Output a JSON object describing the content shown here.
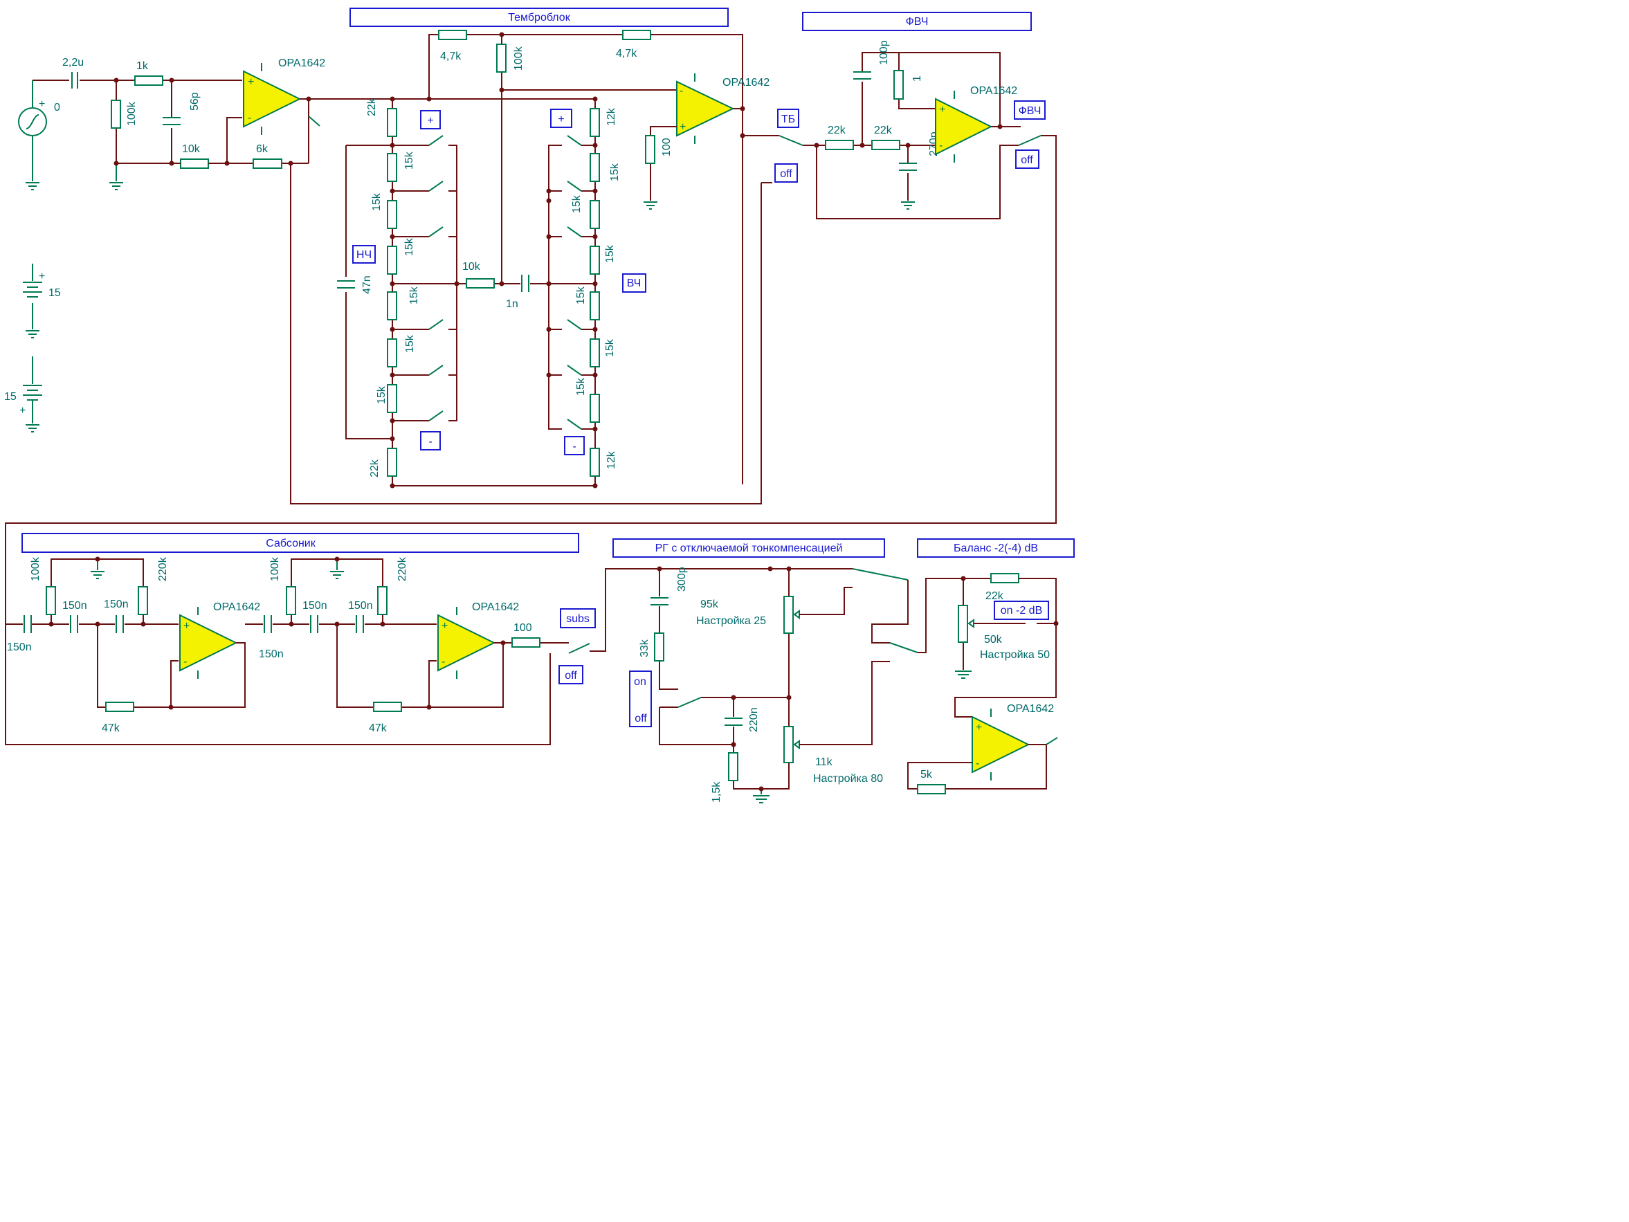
{
  "titles": {
    "tone": "Темброблок",
    "hpf": "ФВЧ",
    "subsonic": "Сабсоник",
    "rg": "РГ с отключаемой тонкомпенсацией",
    "balance": "Баланс -2(-4) dB"
  },
  "switch_labels": {
    "tb": "ТБ",
    "tb_off": "off",
    "hpf": "ФВЧ",
    "hpf_off": "off",
    "nch": "НЧ",
    "vch": "ВЧ",
    "bass_plus": "+",
    "bass_minus": "-",
    "treble_plus": "+",
    "treble_minus": "-",
    "subs": "subs",
    "subs_off": "off",
    "loud_on": "on",
    "loud_off": "off",
    "bal_on": "on -2 dB"
  },
  "labels": {
    "source_value": "0",
    "source_plus": "+",
    "cin": "2,2u",
    "r_in": "1k",
    "r_bias": "100k",
    "c_56p": "56p",
    "r_10k": "10k",
    "r_6k": "6k",
    "op1": "OPA1642",
    "r_47k_a": "4,7k",
    "r_47k_b": "4,7k",
    "r_100k_mid": "100k",
    "op2": "OPA1642",
    "r_100": "100",
    "bass_22k_top": "22k",
    "bass_22k_bot": "22k",
    "bass_15k_1": "15k",
    "bass_15k_2": "15k",
    "bass_15k_3": "15k",
    "bass_15k_4": "15k",
    "bass_15k_5": "15k",
    "bass_15k_6": "15k",
    "c_47n": "47n",
    "r_10k_mid": "10k",
    "c_1n": "1n",
    "tr_12k_top": "12k",
    "tr_12k_bot": "12k",
    "tr_15k_1": "15k",
    "tr_15k_2": "15k",
    "tr_15k_3": "15k",
    "tr_15k_4": "15k",
    "tr_15k_5": "15k",
    "tr_15k_6": "15k",
    "hpf_100p": "100p",
    "hpf_r1": "1",
    "hpf_22k_a": "22k",
    "hpf_22k_b": "22k",
    "hpf_270p": "270p",
    "op3": "OPA1642",
    "bat1": "15",
    "bat2": "15",
    "bat_plus": "+",
    "sub_150n_in": "150n",
    "sub_100k_a": "100k",
    "sub_150n_a": "150n",
    "sub_150n_b": "150n",
    "sub_220k_a": "220k",
    "op4": "OPA1642",
    "sub_47k_a": "47k",
    "sub_150n_mid": "150n",
    "sub_100k_b": "100k",
    "sub_150n_c": "150n",
    "sub_150n_d": "150n",
    "sub_220k_b": "220k",
    "op5": "OPA1642",
    "sub_47k_b": "47k",
    "sub_100": "100",
    "rg_300p": "300p",
    "rg_95k": "95k",
    "rg_set25": "Настройка 25",
    "rg_33k": "33k",
    "rg_220n": "220n",
    "rg_11k": "11k",
    "rg_set80": "Настройка 80",
    "rg_15k": "1,5k",
    "bal_22k": "22k",
    "bal_50k": "50k",
    "bal_set50": "Настройка 50",
    "op6": "OPA1642",
    "bal_5k": "5k"
  }
}
